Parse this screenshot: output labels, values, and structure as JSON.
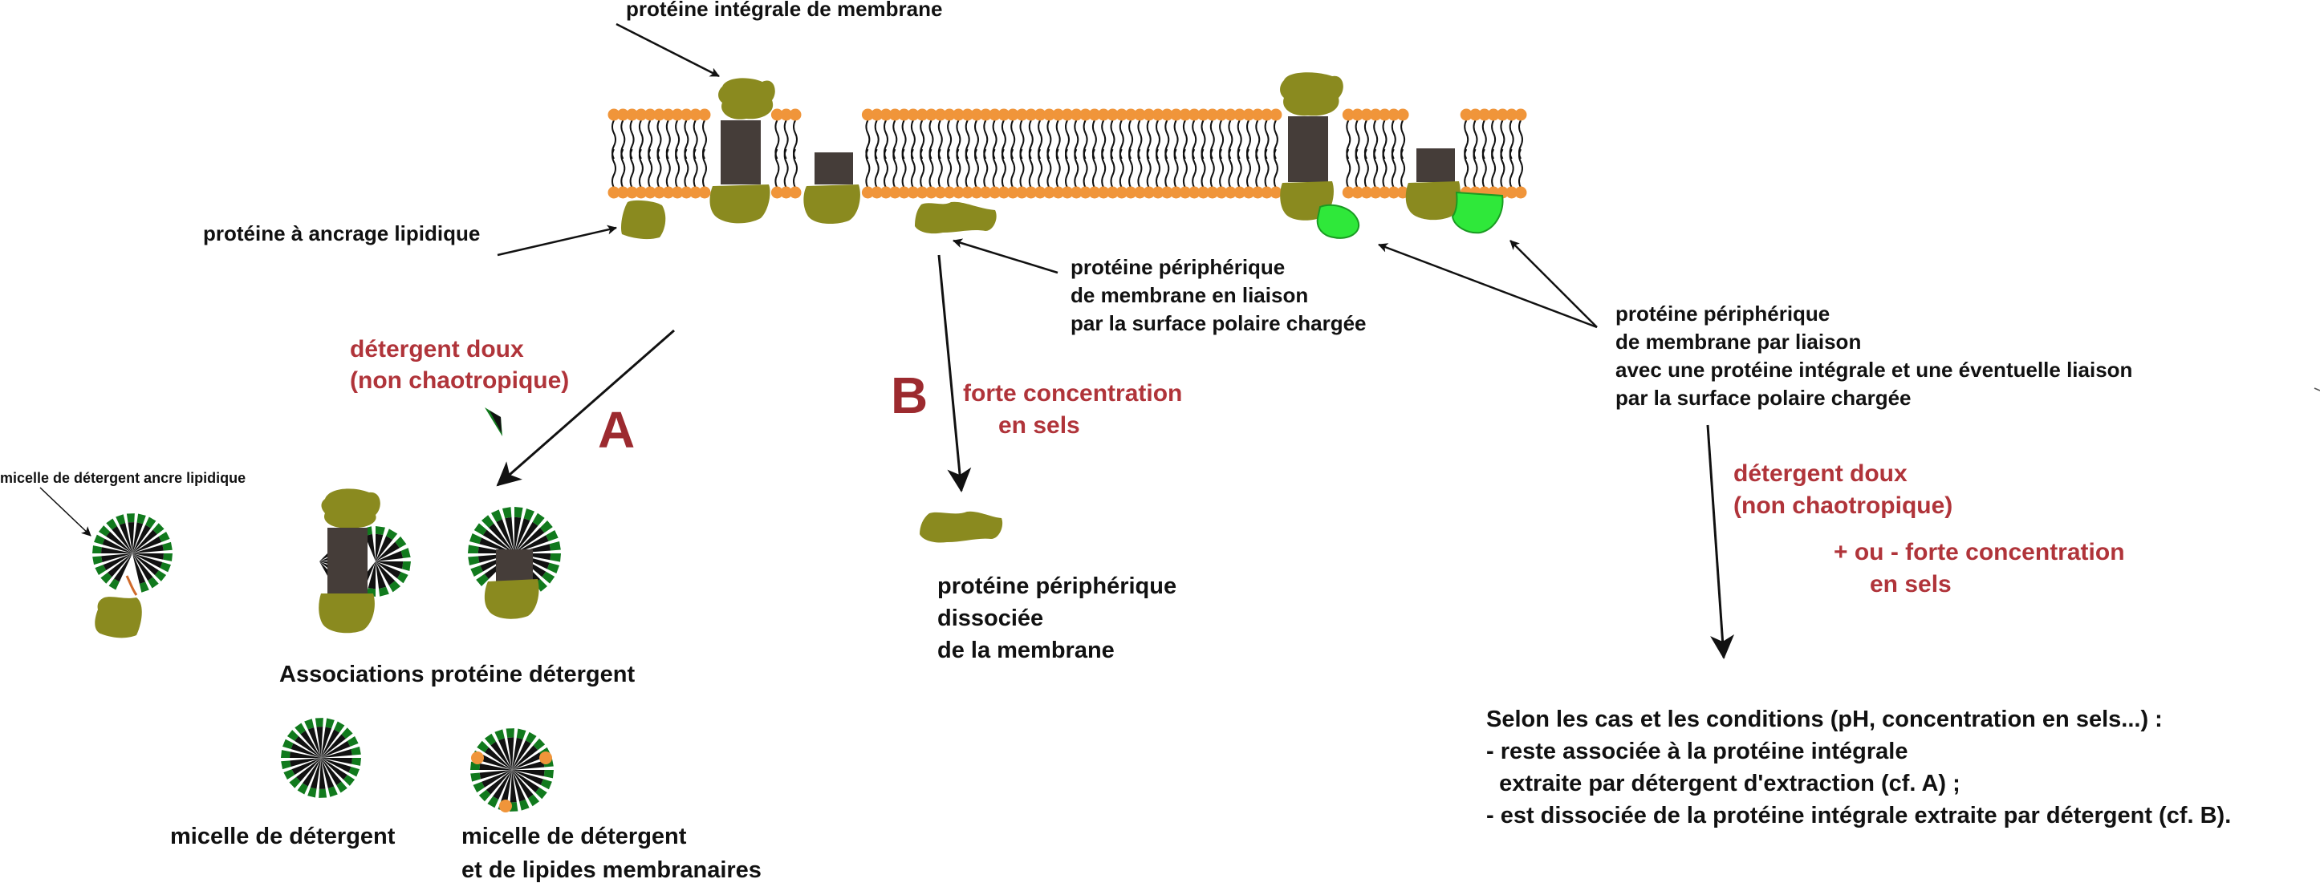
{
  "labels": {
    "integral_protein": "protéine intégrale de membrane",
    "lipid_anchored": "protéine à ancrage lipidique",
    "peripheral_polar": [
      "protéine périphérique",
      "de membrane en liaison",
      "par la surface polaire chargée"
    ],
    "peripheral_integral": [
      "protéine périphérique",
      "de membrane par liaison",
      "avec une protéine intégrale et une éventuelle liaison",
      "par la surface polaire chargée"
    ],
    "mild_detergent_left": [
      "détergent doux",
      "(non chaotropique)"
    ],
    "letter_a": "A",
    "letter_b": "B",
    "high_salt": [
      "forte concentration",
      "en sels"
    ],
    "micelle_anchor": "micelle de détergent ancre lipidique",
    "associations": "Associations protéine détergent",
    "micelle": "micelle de détergent",
    "micelle_lipids": [
      "micelle de détergent",
      "et de lipides membranaires"
    ],
    "peripheral_dissociated": [
      "protéine périphérique",
      "dissociée",
      "de la membrane"
    ],
    "mild_detergent_right": [
      "détergent doux",
      "(non chaotropique)"
    ],
    "plus_minus_salt": [
      "+ ou - forte concentration",
      "en sels"
    ],
    "conditions": [
      "Selon les cas et les conditions (pH, concentration en sels...) :",
      "- reste associée à la protéine intégrale",
      "  extraite par détergent d'extraction (cf. A) ;",
      "- est dissociée de la protéine intégrale extraite par détergent (cf. B)."
    ]
  },
  "colors": {
    "protein_olive": "#8a8a1f",
    "protein_core": "#453d39",
    "lipid_head": "#f0953a",
    "lipid_tail": "#111111",
    "micelle_green": "#117a1d",
    "bright_green": "#2fe83a",
    "accent_red": "#b0343a",
    "letter_red": "#9c2a2f"
  }
}
